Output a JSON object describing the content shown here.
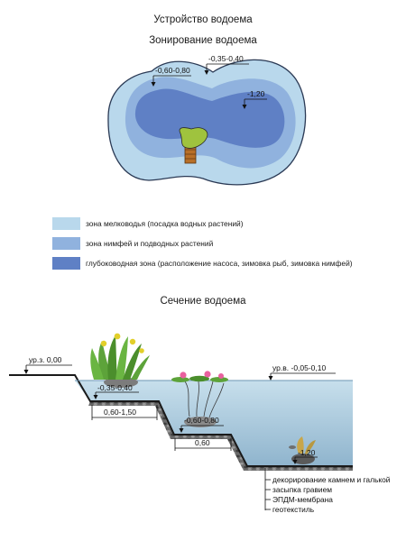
{
  "titles": {
    "main": "Устройство водоема",
    "plan": "Зонирование водоема",
    "section": "Сечение водоема"
  },
  "plan": {
    "labels": {
      "top_rim": "-0,35-0,40",
      "nymph": "-0,60-0,80",
      "deep": "-1,20"
    }
  },
  "legend": [
    {
      "label": "зона мелководья (посадка водных растений)",
      "color": "#b9d8ec"
    },
    {
      "label": "зона нимфей и подводных растений",
      "color": "#90b2de"
    },
    {
      "label": "глубоководная зона (расположение насоса, зимовка рыб, зимовка нимфей)",
      "color": "#5f80c5"
    }
  ],
  "section": {
    "ground_level": "ур.з. 0,00",
    "water_level": "ур.в. -0,05-0,10",
    "shelf1_depth": "-0,35-0,40",
    "shelf1_width": "0,60-1,50",
    "shelf2_depth": "-0,60-0,80",
    "shelf2_width": "0,60",
    "bottom_depth": "-1,20",
    "layers": [
      "декорирование камнем и галькой",
      "засыпка гравием",
      "ЭПДМ-мембрана",
      "геотекстиль"
    ]
  },
  "colors": {
    "water_top": "#c7dfec",
    "water_bottom": "#8fb4cd",
    "plant_leaf": "#5da33a",
    "iris_flower": "#e2cf2a",
    "lily_flower": "#e9609f",
    "island_green": "#9fc33e",
    "bridge_brown": "#b86f28"
  }
}
